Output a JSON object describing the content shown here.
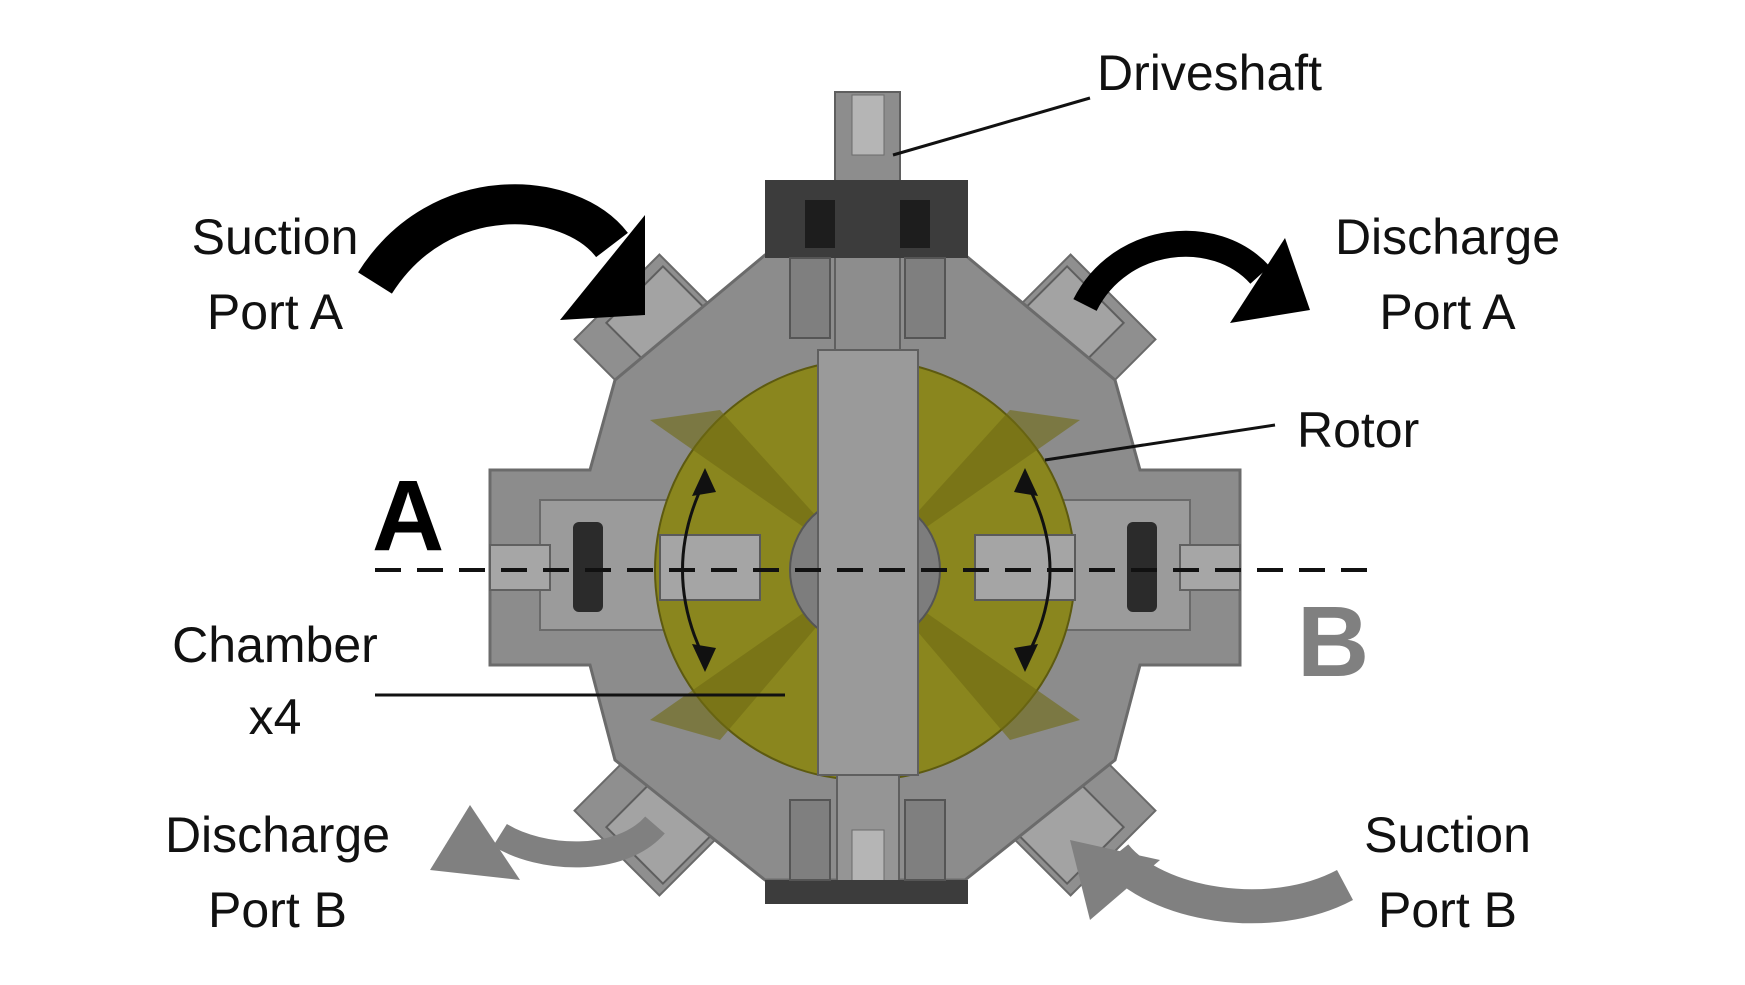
{
  "labels": {
    "driveshaft": "Driveshaft",
    "suction_a": [
      "Suction",
      "Port A"
    ],
    "discharge_a": [
      "Discharge",
      "Port A"
    ],
    "rotor": "Rotor",
    "chamber": [
      "Chamber",
      "x4"
    ],
    "discharge_b": [
      "Discharge",
      "Port B"
    ],
    "suction_b": [
      "Suction",
      "Port B"
    ]
  },
  "section_markers": {
    "left": "A",
    "right": "B"
  },
  "colors": {
    "body": "#8c8c8c",
    "body_dark": "#6e6e6e",
    "rotor": "#8a861e",
    "rotor_dark": "#6f6b12",
    "shaft": "#9a9a9a",
    "arrow_port_a": "#000000",
    "arrow_port_b": "#808080",
    "marker_a": "#000000",
    "marker_b": "#808080"
  }
}
